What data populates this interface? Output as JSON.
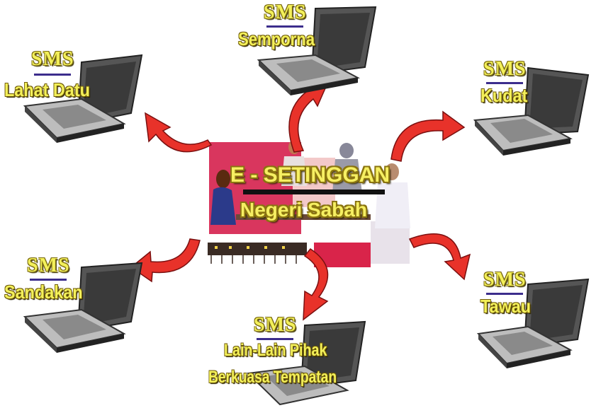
{
  "diagram": {
    "center": {
      "title": "E - SETINGGAN",
      "subtitle": "Negeri Sabah"
    },
    "nodes": [
      {
        "id": "semporna",
        "sms": "SMS",
        "place": "Semporna"
      },
      {
        "id": "lahat-datu",
        "sms": "SMS",
        "place": "Lahat Datu"
      },
      {
        "id": "kudat",
        "sms": "SMS",
        "place": "Kudat"
      },
      {
        "id": "sandakan",
        "sms": "SMS",
        "place": "Sandakan"
      },
      {
        "id": "tawau",
        "sms": "SMS",
        "place": "Tawau"
      },
      {
        "id": "lain-lain",
        "sms": "SMS",
        "place": "Lain-Lain Pihak",
        "place2": "Berkuasa Tempatan"
      }
    ],
    "colors": {
      "label_fill": "#f3f05a",
      "arrow_fill": "#e8322a",
      "sms_underline": "#3c2d8c",
      "laptop_dark": "#3a3a3a"
    }
  }
}
